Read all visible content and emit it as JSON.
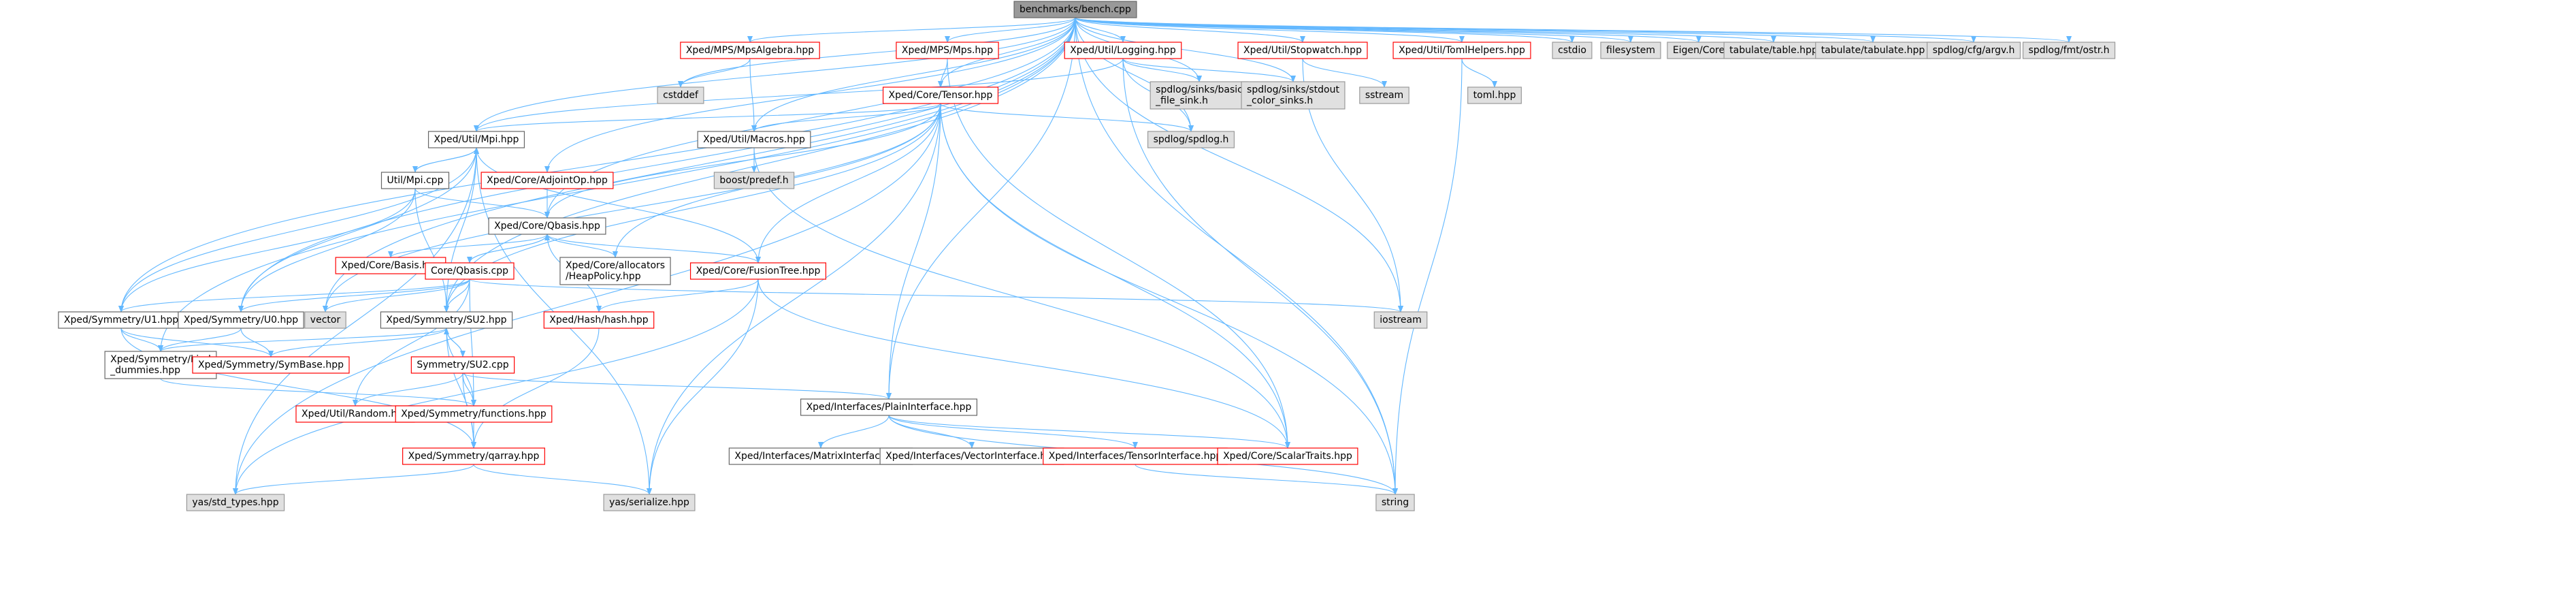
{
  "colors": {
    "edge": "#63b8ff",
    "root_fill": "#999999",
    "root_border": "#666666",
    "doc_border": "#ff0000",
    "plain_border": "#666666",
    "ext_fill": "#e0e0e0",
    "ext_border": "#999999",
    "text": "#000000"
  },
  "nodes": [
    {
      "id": "n1",
      "lines": [
        "benchmarks/bench.cpp"
      ],
      "kind": "root"
    },
    {
      "id": "n2",
      "lines": [
        "Xped/MPS/MpsAlgebra.hpp"
      ],
      "kind": "doc"
    },
    {
      "id": "n3",
      "lines": [
        "Xped/MPS/Mps.hpp"
      ],
      "kind": "doc"
    },
    {
      "id": "n4",
      "lines": [
        "Xped/Util/Logging.hpp"
      ],
      "kind": "doc"
    },
    {
      "id": "n5",
      "lines": [
        "Xped/Util/Stopwatch.hpp"
      ],
      "kind": "doc"
    },
    {
      "id": "n6",
      "lines": [
        "Xped/Util/TomlHelpers.hpp"
      ],
      "kind": "doc"
    },
    {
      "id": "n7",
      "lines": [
        "cstdio"
      ],
      "kind": "ext"
    },
    {
      "id": "n8",
      "lines": [
        "filesystem"
      ],
      "kind": "ext"
    },
    {
      "id": "n9",
      "lines": [
        "Eigen/Core"
      ],
      "kind": "ext"
    },
    {
      "id": "n10",
      "lines": [
        "tabulate/table.hpp"
      ],
      "kind": "ext"
    },
    {
      "id": "n11",
      "lines": [
        "tabulate/tabulate.hpp"
      ],
      "kind": "ext"
    },
    {
      "id": "n12",
      "lines": [
        "spdlog/cfg/argv.h"
      ],
      "kind": "ext"
    },
    {
      "id": "n13",
      "lines": [
        "spdlog/fmt/ostr.h"
      ],
      "kind": "ext"
    },
    {
      "id": "n14",
      "lines": [
        "cstddef"
      ],
      "kind": "ext"
    },
    {
      "id": "n15",
      "lines": [
        "Xped/Core/Tensor.hpp"
      ],
      "kind": "doc"
    },
    {
      "id": "n16",
      "lines": [
        "spdlog/sinks/basic",
        "_file_sink.h"
      ],
      "kind": "ext"
    },
    {
      "id": "n17",
      "lines": [
        "spdlog/sinks/stdout",
        "_color_sinks.h"
      ],
      "kind": "ext"
    },
    {
      "id": "n18",
      "lines": [
        "sstream"
      ],
      "kind": "ext"
    },
    {
      "id": "n19",
      "lines": [
        "toml.hpp"
      ],
      "kind": "ext"
    },
    {
      "id": "n20",
      "lines": [
        "Xped/Util/Mpi.hpp"
      ],
      "kind": "plain"
    },
    {
      "id": "n21",
      "lines": [
        "Xped/Util/Macros.hpp"
      ],
      "kind": "plain"
    },
    {
      "id": "n22",
      "lines": [
        "spdlog/spdlog.h"
      ],
      "kind": "ext"
    },
    {
      "id": "n23",
      "lines": [
        "boost/predef.h"
      ],
      "kind": "ext"
    },
    {
      "id": "n24",
      "lines": [
        "Util/Mpi.cpp"
      ],
      "kind": "plain"
    },
    {
      "id": "n25",
      "lines": [
        "Xped/Core/AdjointOp.hpp"
      ],
      "kind": "doc"
    },
    {
      "id": "n26",
      "lines": [
        "Xped/Core/Qbasis.hpp"
      ],
      "kind": "plain"
    },
    {
      "id": "n27",
      "lines": [
        "Xped/Core/Basis.hpp"
      ],
      "kind": "doc"
    },
    {
      "id": "n28",
      "lines": [
        "Core/Qbasis.cpp"
      ],
      "kind": "doc"
    },
    {
      "id": "n29",
      "lines": [
        "Xped/Core/allocators",
        "/HeapPolicy.hpp"
      ],
      "kind": "plain"
    },
    {
      "id": "n30",
      "lines": [
        "Xped/Core/FusionTree.hpp"
      ],
      "kind": "doc"
    },
    {
      "id": "n31",
      "lines": [
        "Xped/Symmetry/U1.hpp"
      ],
      "kind": "plain"
    },
    {
      "id": "n32",
      "lines": [
        "Xped/Symmetry/U0.hpp"
      ],
      "kind": "plain"
    },
    {
      "id": "n33",
      "lines": [
        "vector"
      ],
      "kind": "ext"
    },
    {
      "id": "n34",
      "lines": [
        "Xped/Symmetry/SU2.hpp"
      ],
      "kind": "plain"
    },
    {
      "id": "n35",
      "lines": [
        "Xped/Hash/hash.hpp"
      ],
      "kind": "doc"
    },
    {
      "id": "n36",
      "lines": [
        "iostream"
      ],
      "kind": "ext"
    },
    {
      "id": "n37",
      "lines": [
        "Xped/Symmetry/kind",
        "_dummies.hpp"
      ],
      "kind": "plain"
    },
    {
      "id": "n38",
      "lines": [
        "Xped/Symmetry/SymBase.hpp"
      ],
      "kind": "doc"
    },
    {
      "id": "n39",
      "lines": [
        "Symmetry/SU2.cpp"
      ],
      "kind": "doc"
    },
    {
      "id": "n40",
      "lines": [
        "Xped/Interfaces/PlainInterface.hpp"
      ],
      "kind": "plain"
    },
    {
      "id": "n41",
      "lines": [
        "Xped/Util/Random.hpp"
      ],
      "kind": "doc"
    },
    {
      "id": "n42",
      "lines": [
        "Xped/Symmetry/functions.hpp"
      ],
      "kind": "doc"
    },
    {
      "id": "n43",
      "lines": [
        "Xped/Interfaces/MatrixInterface.hpp"
      ],
      "kind": "plain"
    },
    {
      "id": "n44",
      "lines": [
        "Xped/Interfaces/VectorInterface.hpp"
      ],
      "kind": "plain"
    },
    {
      "id": "n45",
      "lines": [
        "Xped/Interfaces/TensorInterface.hpp"
      ],
      "kind": "doc"
    },
    {
      "id": "n46",
      "lines": [
        "Xped/Core/ScalarTraits.hpp"
      ],
      "kind": "doc"
    },
    {
      "id": "n47",
      "lines": [
        "Xped/Symmetry/qarray.hpp"
      ],
      "kind": "doc"
    },
    {
      "id": "n48",
      "lines": [
        "yas/std_types.hpp"
      ],
      "kind": "ext"
    },
    {
      "id": "n49",
      "lines": [
        "yas/serialize.hpp"
      ],
      "kind": "ext"
    },
    {
      "id": "n50",
      "lines": [
        "string"
      ],
      "kind": "ext"
    }
  ],
  "edges": [
    [
      "n1",
      "n2"
    ],
    [
      "n1",
      "n3"
    ],
    [
      "n1",
      "n4"
    ],
    [
      "n1",
      "n5"
    ],
    [
      "n1",
      "n6"
    ],
    [
      "n1",
      "n7"
    ],
    [
      "n1",
      "n8"
    ],
    [
      "n1",
      "n9"
    ],
    [
      "n1",
      "n10"
    ],
    [
      "n1",
      "n11"
    ],
    [
      "n1",
      "n12"
    ],
    [
      "n1",
      "n13"
    ],
    [
      "n1",
      "n14"
    ],
    [
      "n1",
      "n15"
    ],
    [
      "n1",
      "n20"
    ],
    [
      "n1",
      "n21"
    ],
    [
      "n1",
      "n22"
    ],
    [
      "n1",
      "n16"
    ],
    [
      "n1",
      "n17"
    ],
    [
      "n1",
      "n26"
    ],
    [
      "n1",
      "n25"
    ],
    [
      "n1",
      "n31"
    ],
    [
      "n1",
      "n32"
    ],
    [
      "n1",
      "n34"
    ],
    [
      "n1",
      "n37"
    ],
    [
      "n1",
      "n40"
    ],
    [
      "n1",
      "n36"
    ],
    [
      "n1",
      "n50"
    ],
    [
      "n1",
      "n33"
    ],
    [
      "n2",
      "n14"
    ],
    [
      "n2",
      "n21"
    ],
    [
      "n3",
      "n15"
    ],
    [
      "n3",
      "n46"
    ],
    [
      "n4",
      "n16"
    ],
    [
      "n4",
      "n17"
    ],
    [
      "n4",
      "n22"
    ],
    [
      "n4",
      "n50"
    ],
    [
      "n4",
      "n20"
    ],
    [
      "n5",
      "n18"
    ],
    [
      "n5",
      "n36"
    ],
    [
      "n6",
      "n19"
    ],
    [
      "n6",
      "n50"
    ],
    [
      "n15",
      "n20"
    ],
    [
      "n15",
      "n21"
    ],
    [
      "n15",
      "n22"
    ],
    [
      "n15",
      "n26"
    ],
    [
      "n15",
      "n29"
    ],
    [
      "n15",
      "n30"
    ],
    [
      "n15",
      "n40"
    ],
    [
      "n15",
      "n46"
    ],
    [
      "n15",
      "n49"
    ],
    [
      "n15",
      "n50"
    ],
    [
      "n15",
      "n48"
    ],
    [
      "n15",
      "n34"
    ],
    [
      "n15",
      "n33"
    ],
    [
      "n20",
      "n24"
    ],
    [
      "n20",
      "n48"
    ],
    [
      "n20",
      "n49"
    ],
    [
      "n21",
      "n23"
    ],
    [
      "n21",
      "n46"
    ],
    [
      "n24",
      "n20"
    ],
    [
      "n24",
      "n26"
    ],
    [
      "n24",
      "n31"
    ],
    [
      "n24",
      "n32"
    ],
    [
      "n24",
      "n34"
    ],
    [
      "n25",
      "n26"
    ],
    [
      "n26",
      "n27"
    ],
    [
      "n26",
      "n28"
    ],
    [
      "n26",
      "n29"
    ],
    [
      "n26",
      "n30"
    ],
    [
      "n26",
      "n35"
    ],
    [
      "n28",
      "n26"
    ],
    [
      "n28",
      "n31"
    ],
    [
      "n28",
      "n32"
    ],
    [
      "n28",
      "n34"
    ],
    [
      "n28",
      "n33"
    ],
    [
      "n28",
      "n36"
    ],
    [
      "n28",
      "n41"
    ],
    [
      "n28",
      "n42"
    ],
    [
      "n30",
      "n35"
    ],
    [
      "n30",
      "n20"
    ],
    [
      "n30",
      "n48"
    ],
    [
      "n30",
      "n49"
    ],
    [
      "n30",
      "n46"
    ],
    [
      "n31",
      "n20"
    ],
    [
      "n31",
      "n37"
    ],
    [
      "n31",
      "n38"
    ],
    [
      "n31",
      "n47"
    ],
    [
      "n32",
      "n20"
    ],
    [
      "n32",
      "n37"
    ],
    [
      "n32",
      "n38"
    ],
    [
      "n34",
      "n20"
    ],
    [
      "n34",
      "n37"
    ],
    [
      "n34",
      "n38"
    ],
    [
      "n34",
      "n39"
    ],
    [
      "n34",
      "n42"
    ],
    [
      "n34",
      "n47"
    ],
    [
      "n35",
      "n47"
    ],
    [
      "n37",
      "n42"
    ],
    [
      "n39",
      "n34"
    ],
    [
      "n39",
      "n40"
    ],
    [
      "n39",
      "n41"
    ],
    [
      "n39",
      "n42"
    ],
    [
      "n39",
      "n47"
    ],
    [
      "n40",
      "n43"
    ],
    [
      "n40",
      "n44"
    ],
    [
      "n40",
      "n45"
    ],
    [
      "n40",
      "n46"
    ],
    [
      "n40",
      "n50"
    ],
    [
      "n42",
      "n47"
    ],
    [
      "n45",
      "n50"
    ],
    [
      "n47",
      "n48"
    ],
    [
      "n47",
      "n49"
    ]
  ]
}
